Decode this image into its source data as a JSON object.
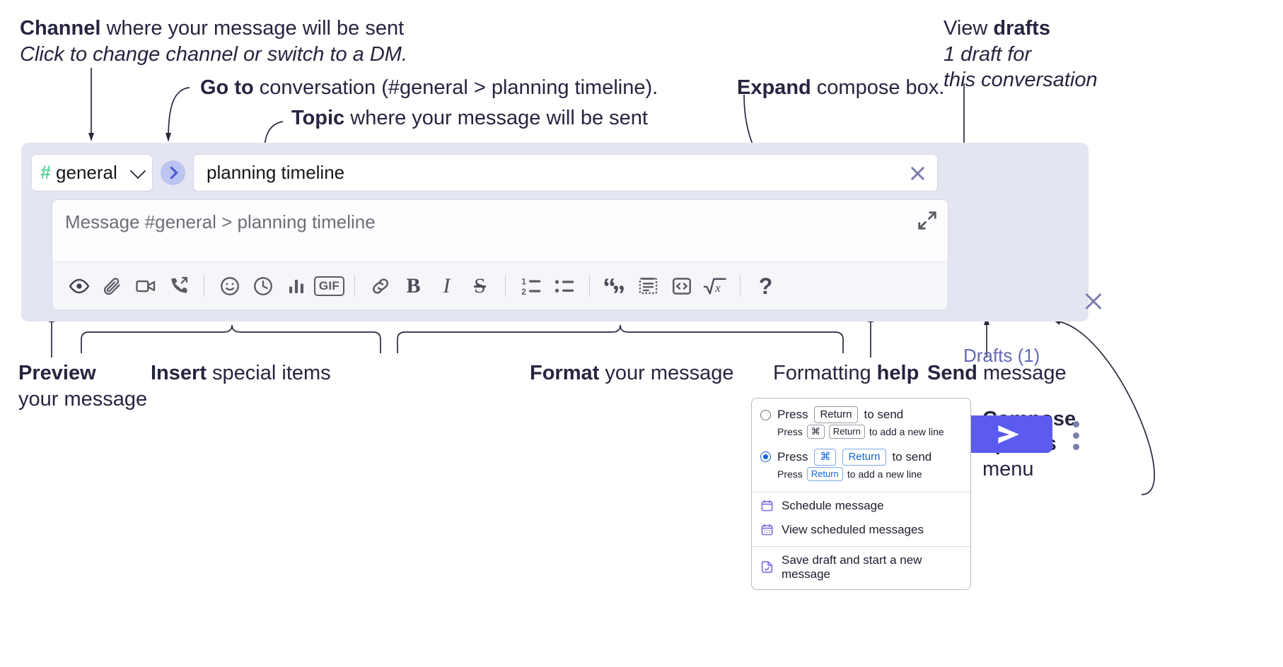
{
  "annotations": {
    "channel": {
      "bold": "Channel",
      "rest": " where your message will be sent",
      "sub": "Click to change channel or switch to a DM."
    },
    "goto": {
      "bold": "Go to",
      "rest": " conversation (#general > planning timeline)."
    },
    "topic": {
      "bold": "Topic",
      "rest": " where your message will be sent"
    },
    "expand": {
      "bold": "Expand",
      "rest": " compose box."
    },
    "drafts": {
      "pre": "View ",
      "bold": "drafts",
      "sub1": "1 draft for",
      "sub2": "this conversation"
    },
    "preview": {
      "bold": "Preview",
      "sub": "your message"
    },
    "insert": {
      "bold": "Insert",
      "rest": " special items"
    },
    "format": {
      "bold": "Format",
      "rest": " your message"
    },
    "help": {
      "pre": "Formatting ",
      "bold": "help"
    },
    "send": {
      "bold": "Send",
      "rest": " message"
    },
    "compose_options": {
      "b1": "Compose",
      "b2": "options",
      "rest": "menu"
    }
  },
  "compose": {
    "channel": {
      "hash": "#",
      "name": "general",
      "icon": "hash-icon",
      "chevron": "chevron-down-icon"
    },
    "goto_button": {
      "icon": "chevron-right-icon"
    },
    "topic": {
      "value": "planning timeline",
      "clear_icon": "close-icon"
    },
    "message": {
      "placeholder": "Message #general > planning timeline",
      "value": "",
      "expand_icon": "expand-icon"
    },
    "drafts_label": "Drafts (1)",
    "close_panel_icon": "close-icon",
    "send_icon": "send-paperplane-icon",
    "kebab_icon": "more-vertical-icon",
    "colors": {
      "panel_bg": "#e3e5f1",
      "send_bg": "#5b5bef",
      "hash_green": "#5ed39e",
      "drafts_text": "#6569b5",
      "goto_bg": "#bcc4f2"
    },
    "toolbar": [
      {
        "name": "preview-icon",
        "label": "Preview"
      },
      {
        "name": "attachment-paperclip-icon",
        "label": "Attach file"
      },
      {
        "name": "video-camera-icon",
        "label": "Record video clip"
      },
      {
        "name": "phone-outgoing-icon",
        "label": "Record audio clip"
      },
      {
        "name": "divider",
        "label": ""
      },
      {
        "name": "emoji-smiley-icon",
        "label": "Emoji"
      },
      {
        "name": "clock-icon",
        "label": "Reminder"
      },
      {
        "name": "bar-chart-icon",
        "label": "Poll"
      },
      {
        "name": "gif-icon",
        "label": "GIF"
      },
      {
        "name": "divider",
        "label": ""
      },
      {
        "name": "link-icon",
        "label": "Link"
      },
      {
        "name": "bold-icon",
        "label": "B"
      },
      {
        "name": "italic-icon",
        "label": "I"
      },
      {
        "name": "strikethrough-icon",
        "label": "S"
      },
      {
        "name": "divider",
        "label": ""
      },
      {
        "name": "ordered-list-icon",
        "label": "Ordered list"
      },
      {
        "name": "bulleted-list-icon",
        "label": "Bulleted list"
      },
      {
        "name": "divider",
        "label": ""
      },
      {
        "name": "blockquote-icon",
        "label": "Blockquote"
      },
      {
        "name": "code-block-icon",
        "label": "Code block"
      },
      {
        "name": "code-snippet-icon",
        "label": "Code"
      },
      {
        "name": "math-icon",
        "label": "Math"
      },
      {
        "name": "divider",
        "label": ""
      },
      {
        "name": "help-question-icon",
        "label": "?"
      }
    ]
  },
  "options_menu": {
    "option_1": {
      "selected": false,
      "press": "Press",
      "key": "Return",
      "tail": "to send",
      "sub_press": "Press",
      "sub_key1": "⌘",
      "sub_key2": "Return",
      "sub_tail": "to add a new line"
    },
    "option_2": {
      "selected": true,
      "press": "Press",
      "key1": "⌘",
      "key2": "Return",
      "tail": "to send",
      "sub_press": "Press",
      "sub_key": "Return",
      "sub_tail": "to add a new line"
    },
    "items": [
      {
        "icon": "calendar-schedule-icon",
        "label": "Schedule message"
      },
      {
        "icon": "calendar-grid-icon",
        "label": "View scheduled messages"
      },
      {
        "icon": "save-draft-icon",
        "label": "Save draft and start a new message"
      }
    ]
  }
}
